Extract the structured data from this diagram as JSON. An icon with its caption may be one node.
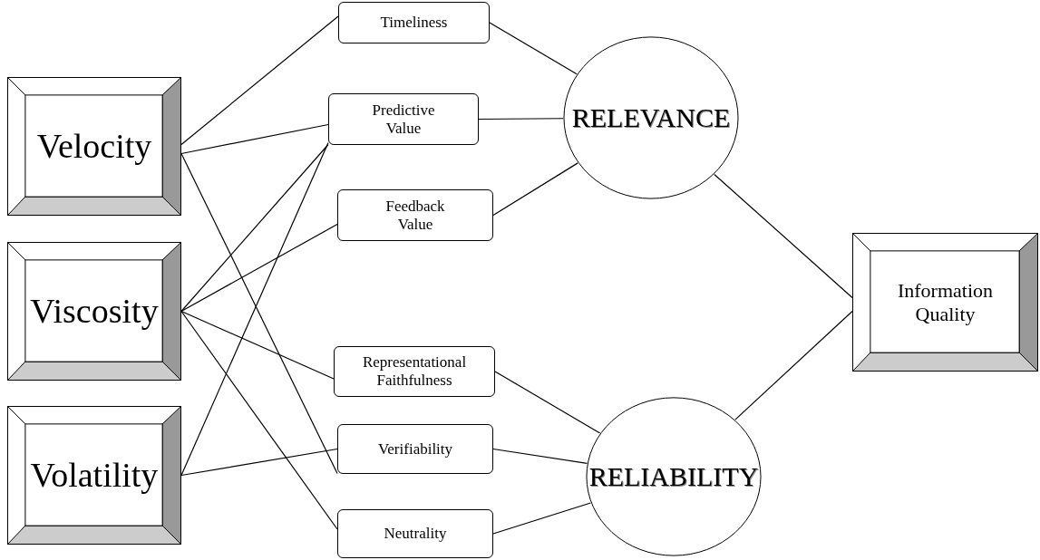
{
  "diagram": {
    "nodes": [
      {
        "text": [
          "Velocity"
        ]
      },
      {
        "text": [
          "Viscosity"
        ]
      },
      {
        "text": [
          "Volatility"
        ]
      },
      {
        "text": [
          "Timeliness"
        ]
      },
      {
        "text": [
          "Predictive Value"
        ]
      },
      {
        "text": [
          "Feedback Value"
        ]
      },
      {
        "text": [
          "Representational Faithfulness"
        ]
      },
      {
        "text": [
          "Verifiability"
        ]
      },
      {
        "text": [
          "Neutrality"
        ]
      },
      {
        "text": [
          "RELEVANCE"
        ]
      },
      {
        "text": [
          "RELIABILITY"
        ]
      },
      {
        "text": [
          "Information Quality"
        ]
      }
    ],
    "edges": [
      {
        "from": 0,
        "to": 3,
        "arrow": "none"
      },
      {
        "from": 0,
        "to": 4,
        "arrow": "none"
      },
      {
        "from": 0,
        "to": 7,
        "arrow": "none"
      },
      {
        "from": 1,
        "to": 4,
        "arrow": "none"
      },
      {
        "from": 1,
        "to": 5,
        "arrow": "none"
      },
      {
        "from": 1,
        "to": 6,
        "arrow": "none"
      },
      {
        "from": 1,
        "to": 8,
        "arrow": "none"
      },
      {
        "from": 2,
        "to": 4,
        "arrow": "none"
      },
      {
        "from": 2,
        "to": 7,
        "arrow": "none"
      },
      {
        "from": 3,
        "to": 9,
        "arrow": "none"
      },
      {
        "from": 4,
        "to": 9,
        "arrow": "none"
      },
      {
        "from": 5,
        "to": 9,
        "arrow": "none"
      },
      {
        "from": 6,
        "to": 10,
        "arrow": "none"
      },
      {
        "from": 7,
        "to": 10,
        "arrow": "none"
      },
      {
        "from": 8,
        "to": 10,
        "arrow": "none"
      },
      {
        "from": 9,
        "to": 11,
        "arrow": "none"
      },
      {
        "from": 10,
        "to": 11,
        "arrow": "none"
      }
    ]
  }
}
